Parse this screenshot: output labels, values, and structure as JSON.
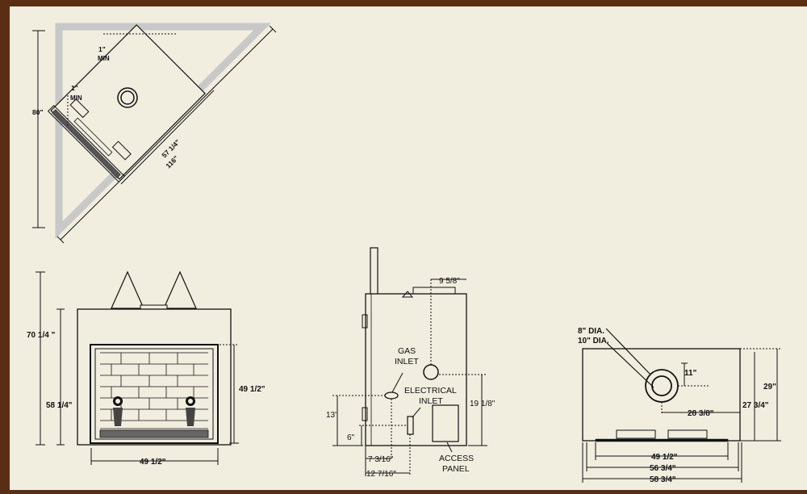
{
  "colors": {
    "frame": "#5a2e15",
    "paper": "#f1eddf",
    "ink": "#111111",
    "wall": "#c8c8c8"
  },
  "corner_view": {
    "height_label": "80\"",
    "clear_top": "1\"",
    "clear_top_unit": "MIN",
    "clear_side": "1\"",
    "clear_side_unit": "MIN",
    "depth_label": "57 1/4\"",
    "width_label": "116\""
  },
  "front_view": {
    "overall_height": "70 1/4 \"",
    "body_height": "58 1/4\"",
    "opening_height": "49 1/2\"",
    "opening_width": "49 1/2\""
  },
  "side_view": {
    "flue_offset": "9 5/8\"",
    "gas_label_1": "GAS",
    "gas_label_2": "INLET",
    "elec_label_1": "ELECTRICAL",
    "elec_label_2": "INLET",
    "flue_height": "19 1/8\"",
    "gas_height": "13\"",
    "elec_height": "6\"",
    "gas_depth": "7 3/16\"",
    "elec_depth": "12 7/16\"",
    "access_1": "ACCESS",
    "access_2": "PANEL"
  },
  "top_view": {
    "dia_8": "8\" DIA.",
    "dia_10": "10\" DIA.",
    "flue_front": "11\"",
    "flue_side": "28 3/8\"",
    "depth_overall": "29\"",
    "depth_body": "27 3/4\"",
    "width_1": "49 1/2\"",
    "width_2": "56 3/4\"",
    "width_3": "58 3/4\""
  }
}
